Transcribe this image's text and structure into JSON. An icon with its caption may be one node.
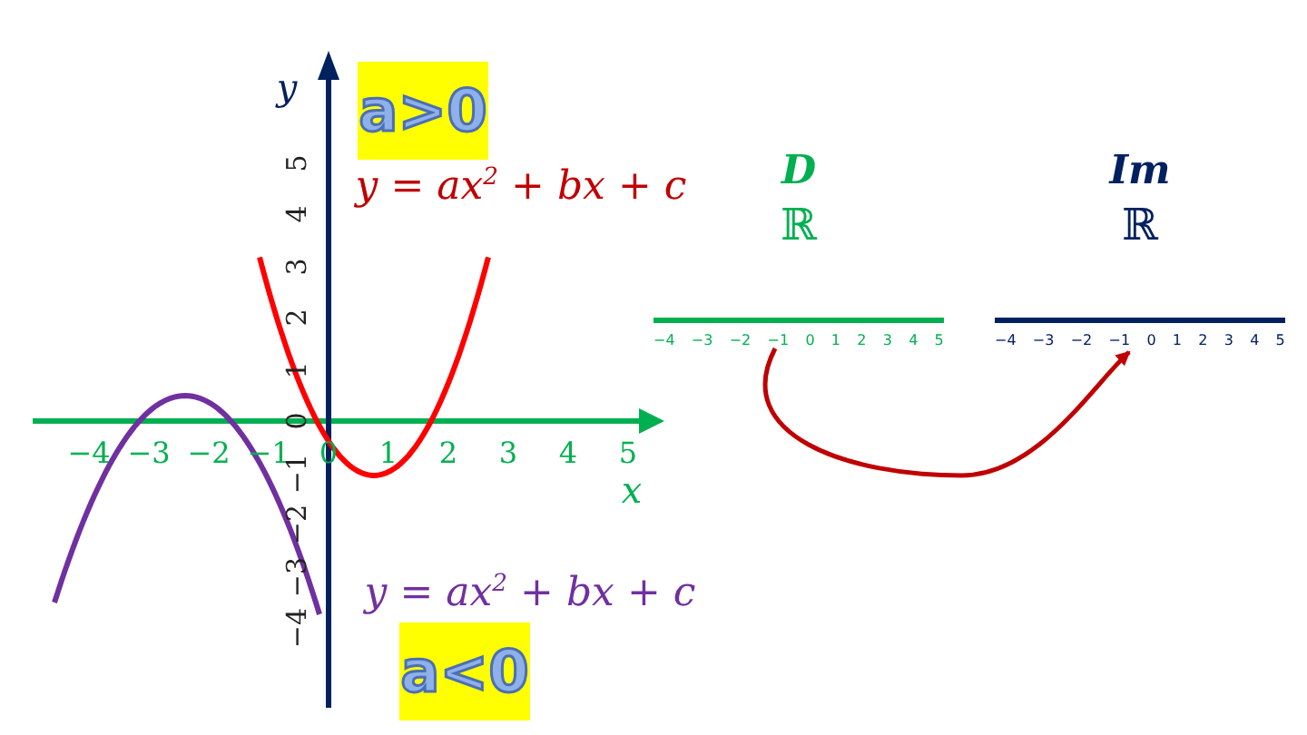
{
  "diagram": {
    "nodes": [
      {
        "text": [
          "D",
          "ℝ"
        ],
        "beside": [
          "−4",
          "−3",
          "−2",
          "−1",
          "0",
          "1",
          "2",
          "3",
          "4",
          "5"
        ]
      },
      {
        "text": [
          "Im",
          "ℝ"
        ],
        "beside": [
          "−4",
          "−3",
          "−2",
          "−1",
          "0",
          "1",
          "2",
          "3",
          "4",
          "5"
        ]
      },
      {
        "text": [
          "a>0"
        ]
      },
      {
        "text": [
          "a<0"
        ]
      }
    ],
    "edges": [
      {
        "from": 0,
        "to": 1,
        "arrow": "to",
        "color": "#c00000"
      }
    ],
    "labels": [
      "y",
      "y = ax$^{2}$ + bx + c",
      "−4",
      "−3",
      "−2",
      "−1",
      "0",
      "1",
      "2",
      "3",
      "4",
      "5",
      "x",
      "−4",
      "−3",
      "−2",
      "−1",
      "0",
      "1",
      "2",
      "3",
      "4",
      "5",
      "y = ax$^{2}$ + bx + c"
    ]
  }
}
